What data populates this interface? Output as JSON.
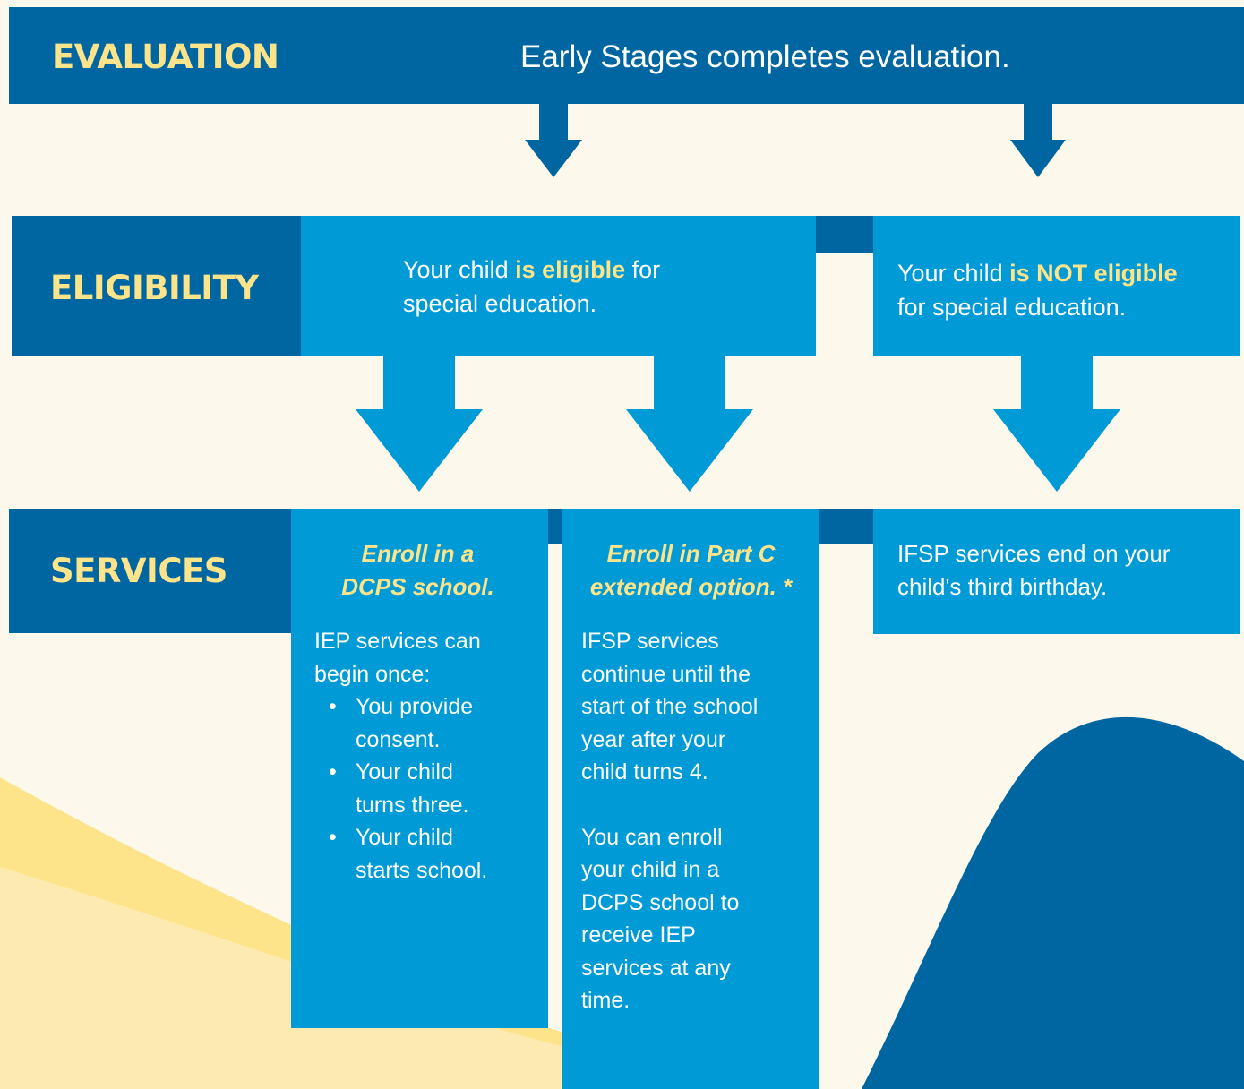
{
  "colors": {
    "background": "#fdf8ec",
    "dark_blue": "#0066a1",
    "light_blue": "#009ad6",
    "yellow": "#fde48a",
    "pale_yellow": "#fdeab0",
    "white": "#ffffff"
  },
  "evaluation": {
    "label": "EVALUATION",
    "text": "Early Stages completes evaluation."
  },
  "eligibility": {
    "label": "ELIGIBILITY",
    "eligible": {
      "prefix": "Your child ",
      "highlight": "is eligible",
      "suffix_line1": " for",
      "line2": "special education."
    },
    "not_eligible": {
      "prefix": "Your child ",
      "highlight": "is NOT eligible",
      "line2": "for special education."
    }
  },
  "services": {
    "label": "SERVICES",
    "dcps": {
      "heading_line1": "Enroll in a",
      "heading_line2": "DCPS  school.",
      "intro_line1": "IEP services can",
      "intro_line2": "begin once:",
      "bullet_char": "•",
      "bullets": [
        [
          "You provide",
          "consent."
        ],
        [
          "Your child",
          "turns three."
        ],
        [
          "Your child",
          "starts school."
        ]
      ]
    },
    "part_c": {
      "heading_line1": "Enroll in Part C",
      "heading_line2": "extended option. *",
      "para1": [
        "IFSP services",
        "continue until the",
        "start of the school",
        "year after your",
        "child turns 4."
      ],
      "para2": [
        "You can enroll",
        "your child in a",
        "DCPS school to",
        "receive IEP",
        "services at any",
        "time."
      ]
    },
    "not_eligible": {
      "line1": "IFSP services end on your",
      "line2": "child's third birthday."
    }
  }
}
